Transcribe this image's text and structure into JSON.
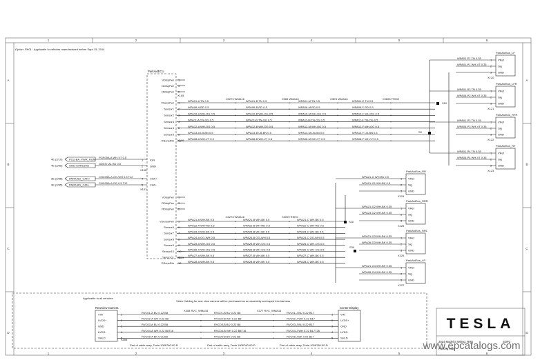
{
  "frame": {
    "columns": [
      "1",
      "2",
      "3",
      "4",
      "5",
      "6"
    ],
    "rows": [
      "A",
      "B",
      "C",
      "D"
    ]
  },
  "option_note": "Option: PK01 : Applicable to vehicles manufactured before Sept 15, 2014",
  "parkaid_ecu": {
    "title": "ParkAidECU",
    "pins_top": [
      {
        "label": "VDispPwr",
        "pin": "1"
      },
      {
        "label": "DDispPwr",
        "pin": "3"
      },
      {
        "label": "RDispPwr",
        "pin": "2"
      }
    ],
    "conn_top": "X105",
    "sensor_pins": [
      {
        "label": "VSensPwr",
        "pin": "1"
      },
      {
        "label": "Sensor1",
        "pin": "2"
      },
      {
        "label": "Sensor2",
        "pin": "3"
      },
      {
        "label": "Sensor3",
        "pin": "4"
      },
      {
        "label": "Sensor4",
        "pin": "5"
      },
      {
        "label": "Sensor5",
        "pin": "6"
      },
      {
        "label": "RSensRtn",
        "pin": "10"
      }
    ],
    "conn_mid": "X106",
    "power_pins": [
      {
        "label": "IGN",
        "pin": "1"
      },
      {
        "label": "GND",
        "pin": "2"
      }
    ],
    "conn_pwr": "X108",
    "can_pins": [
      {
        "label": "CAN+",
        "pin": "4"
      },
      {
        "label": "CAN-",
        "pin": "5"
      }
    ],
    "conn_can": "X107",
    "pins_low": [
      {
        "label": "VDispPwr",
        "pin": "1"
      },
      {
        "label": "DDispPwr",
        "pin": "3"
      },
      {
        "label": "RDispPwr",
        "pin": "2"
      }
    ],
    "rear_pins": [
      {
        "label": "VSensePwr",
        "pin": "1"
      },
      {
        "label": "Sensor6",
        "pin": "6"
      },
      {
        "label": "Sensor7",
        "pin": "7"
      },
      {
        "label": "Sensor8",
        "pin": "8"
      },
      {
        "label": "Sensor9",
        "pin": "9"
      },
      {
        "label": "Sensor10",
        "pin": "10"
      },
      {
        "label": "Sensor11",
        "pin": "11"
      },
      {
        "label": "RSensRtn",
        "pin": "12"
      }
    ],
    "conn_rear": "X109"
  },
  "inputs": [
    {
      "ref": "4E (2/10)",
      "label": "PCU-BA_PWR_RUN",
      "wire": "PCR05A-A WH-VT 0.5"
    },
    {
      "ref": "4E (2/85)",
      "label": "GND-LWRLBKD",
      "wire": "GD037-A1 BK 0.5"
    },
    {
      "ref": "3E (2/85)",
      "label": "PARKAID_CAN+",
      "wire": "CNC05A-A OG-WH 0.5 T12"
    },
    {
      "ref": "3E (2/85)",
      "label": "PARKAID_CAN-",
      "wire": "CNC05A-A OG 0.5 T12"
    }
  ],
  "front_harness": {
    "conn_a": "X3273 WMA16",
    "conn_b": "X365 WMA16",
    "conn_c": "X3ES WMA16",
    "conn_d": "X3605 FRHO",
    "splice_top": "S10",
    "splice_bot": "S9",
    "wires": [
      {
        "c1": "WPA01-A TN 0.5",
        "c2": "WPA01-B TN 0.5",
        "c3": "WPA01-M TN 0.5",
        "c4": "WPA01-E TN 0.5"
      },
      {
        "c1": "WPA06-A RD 0.5",
        "c2": "WPA06-B RD 0.5",
        "c3": "WPA06-M RD 0.5",
        "c4": "WPA06-F RD 0.5"
      },
      {
        "c1": "WPA10-A WH-OG 0.5",
        "c2": "WPA10-B WH-OG 0.5",
        "c3": "WPA10-M WH-OG 0.5",
        "c4": "WPA10-F WH-OG 0.5"
      },
      {
        "c1": "WPA11-A TN-OG 0.5",
        "c2": "WPA11-B TN-OG 0.5",
        "c3": "WPA11-M TN-OG 0.5",
        "c4": "WPA11-F TN-OG 0.5"
      },
      {
        "c1": "WPA12-A WH-OG 0.5",
        "c2": "WPA12-B WH-OG 0.5",
        "c3": "WPA12-M WH-OG 0.5",
        "c4": "WPA12-F WH-OG 0.5"
      },
      {
        "c1": "WPA13-A LB-BN 0.5",
        "c2": "WPA13-B LB-BN 0.5",
        "c3": "WPA13-M LB-BN 0.5",
        "c4": "WPA13-F LB-BN 0.5"
      },
      {
        "c1": "WPA08-A WH-VT 0.5",
        "c2": "WPA08-B WH-VT 0.5",
        "c3": "WPA08-M WH-VT 0.5",
        "c4": "WPA08-F WH-VT 0.5"
      }
    ]
  },
  "front_sensors": [
    {
      "title": "ParkAidSns_LF",
      "wire1": "WPA01-P1 TN 0.35",
      "wire2": "WPA01-P1 WH-VT 0.35",
      "conn": "X120",
      "pins": [
        "VRef",
        "Sig",
        "GND"
      ]
    },
    {
      "title": "ParkAidSns_LFR",
      "wire1": "WPA01-P2 TN 0.35",
      "wire2": "WPA05-P2 WH-VT 0.35",
      "conn": "X121",
      "pins": [
        "VRef",
        "Sig",
        "GND"
      ]
    },
    {
      "title": "ParkAidSns_RFR",
      "wire1": "WPA01-P3 TN 0.35",
      "wire2": "WPA05-P3 WH-VT 0.35",
      "conn": "X122",
      "pins": [
        "VRef",
        "Sig",
        "GND"
      ]
    },
    {
      "title": "ParkAidSns_RF",
      "wire1": "WPA01-P4 TN 0.35",
      "wire2": "WPA05-P4 WH-VT 0.35",
      "conn": "X123",
      "pins": [
        "VRef",
        "Sig",
        "GND"
      ]
    }
  ],
  "rear_harness": {
    "conn_a": "X3273 WMA16",
    "conn_b": "X3009 RSHC",
    "splice": "S20",
    "splice2": "S30",
    "wires": [
      {
        "c1": "WPA21-A WH-BK 0.5",
        "c2": "WPA21-B WH-BK 0.5",
        "c3": "WPA21-C WH-BK 0.5"
      },
      {
        "c1": "WPA22-A WH-RD 0.5",
        "c2": "WPA22-B WH-RD 0.5",
        "c3": "WPA22-C WH-RD 0.5"
      },
      {
        "c1": "WPA23-A WH-BK 0.5",
        "c2": "WPA23-B WH-BK 0.5",
        "c3": "WPA23-C WH-BK 0.5"
      },
      {
        "c1": "WPA24-A OG-WH 0.5",
        "c2": "WPA24-B OG-WH 0.5",
        "c3": "WPA24-C OG-WH 0.5"
      },
      {
        "c1": "WPA25-A WH-OG 0.5",
        "c2": "WPA25-B WH-OG 0.5",
        "c3": "WPA25-C WH-OG 0.5"
      },
      {
        "c1": "WPA26-A WH-OG 0.5",
        "c2": "WPA26-B WH-OG 0.5",
        "c3": "WPA26-C WH-OG 0.5"
      },
      {
        "c1": "WPA27-A WH-BK 0.5",
        "c2": "WPA27-B WH-BK 0.5",
        "c3": "WPA27-C WH-BK 0.5"
      },
      {
        "c1": "WPA28-A WH-BK 0.5",
        "c2": "WPA28-B WH-BK 0.5",
        "c3": "WPA28-C WH-BK 0.5"
      }
    ]
  },
  "rear_sensors": [
    {
      "title": "ParkAidSns_RR",
      "wire1": "WPA21-G WH-BK 0.5",
      "wire2": "WPA21-G1 WH-BK 0.5",
      "conn": "X124",
      "pins": [
        "VRef",
        "Sig",
        "GND"
      ]
    },
    {
      "title": "ParkAidSns_RRR",
      "wire1": "WPA21-G2 WH-BK 0.35",
      "wire2": "WPA23-G2 WH-BK 0.35",
      "conn": "X125",
      "pins": [
        "VRef",
        "Sig",
        "GND"
      ]
    },
    {
      "title": "ParkAidSns_RRL",
      "wire1": "WPA21-G3 WH-BK 0.35",
      "wire2": "WPA26-G3 WH-BK 0.35",
      "conn": "X126",
      "pins": [
        "VRef",
        "Sig",
        "GND"
      ]
    },
    {
      "title": "ParkAidSns_LR",
      "wire1": "WPA21-G4 WH-BK 0.35",
      "wire2": "WPA28-G4 WH-BK 0.35",
      "conn": "X127",
      "pins": [
        "VRef",
        "Sig",
        "GND"
      ]
    }
  ],
  "rear_camera": {
    "applicable": "Applicable to all vehicles",
    "camera_title": "Rearview Camera",
    "display_title": "Center Display",
    "note": "Video Cabling for rear view camera will be purchased as an assembly and taped into harness",
    "pins_left": [
      "VIN",
      "LVDS+",
      "GND",
      "LVDS-",
      "SHLD"
    ],
    "pins_right": [
      "VIN",
      "LVDS+",
      "GND",
      "LVDS-",
      "SHLD"
    ],
    "conn_left": "X308",
    "conn_mid1": "X308 RVC_WMA16",
    "conn_mid2": "X377 RVC_WMA16",
    "rows": [
      {
        "a": "RVC01-A BU 0.22 B8",
        "b": "RVC01-B BU 0.22 B8",
        "c": "RVC01-J BU 0.22 B17"
      },
      {
        "a": "RVC02-A WH 0.22 B8",
        "b": "RVC02-B WH 0.22 B8",
        "c": "RVC02-J WH 0.22 B17"
      },
      {
        "a": "RVC03-A BU 0.22 B8",
        "b": "RVC03-B BU 0.22 B8",
        "c": "RVC03-J BU 0.22 B17"
      },
      {
        "a": "RVC04-A WH 0.22 B8T16",
        "b": "RVC04-B WH 0.22 B8T16",
        "c": "RVC04-J WH 0.22 B17T26"
      },
      {
        "a": "RVC05-A BK 0.01 B8",
        "b": "RVC05-B BK 0.01 B8",
        "c": "RVC05-J BK 0.01 B17"
      }
    ],
    "cable_note_a": "Part of cable assy, Tesla 1006780-00-D",
    "cable_note_b": "Part of cable assy, Tesla 1006780-00-D",
    "cable_note_c": "Part of cable assy, Tesla 1006780-00-D"
  },
  "title_block": {
    "logo": "TESLA",
    "model_label": "2014 Model S Wiring, RHD",
    "page_label": "Parking Aids",
    "sheet": "SOP2"
  },
  "watermark": "www.epcatalogs.com"
}
